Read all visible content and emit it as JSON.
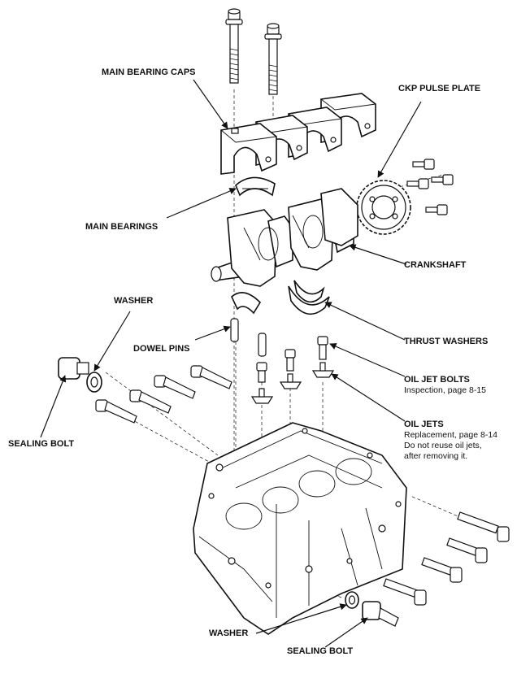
{
  "labels": {
    "main_bearing_caps": "MAIN BEARING CAPS",
    "ckp_pulse_plate": "CKP PULSE PLATE",
    "main_bearings": "MAIN BEARINGS",
    "crankshaft": "CRANKSHAFT",
    "washer_top": "WASHER",
    "dowel_pins": "DOWEL PINS",
    "thrust_washers": "THRUST WASHERS",
    "oil_jet_bolts": "OIL JET BOLTS",
    "oil_jet_bolts_note": "Inspection, page 8-15",
    "oil_jets": "OIL JETS",
    "oil_jets_note_1": "Replacement, page 8-14",
    "oil_jets_note_2": "Do not reuse oil jets,",
    "oil_jets_note_3": "after removing it.",
    "sealing_bolt_left": "SEALING BOLT",
    "washer_bottom": "WASHER",
    "sealing_bolt_bottom": "SEALING BOLT"
  }
}
